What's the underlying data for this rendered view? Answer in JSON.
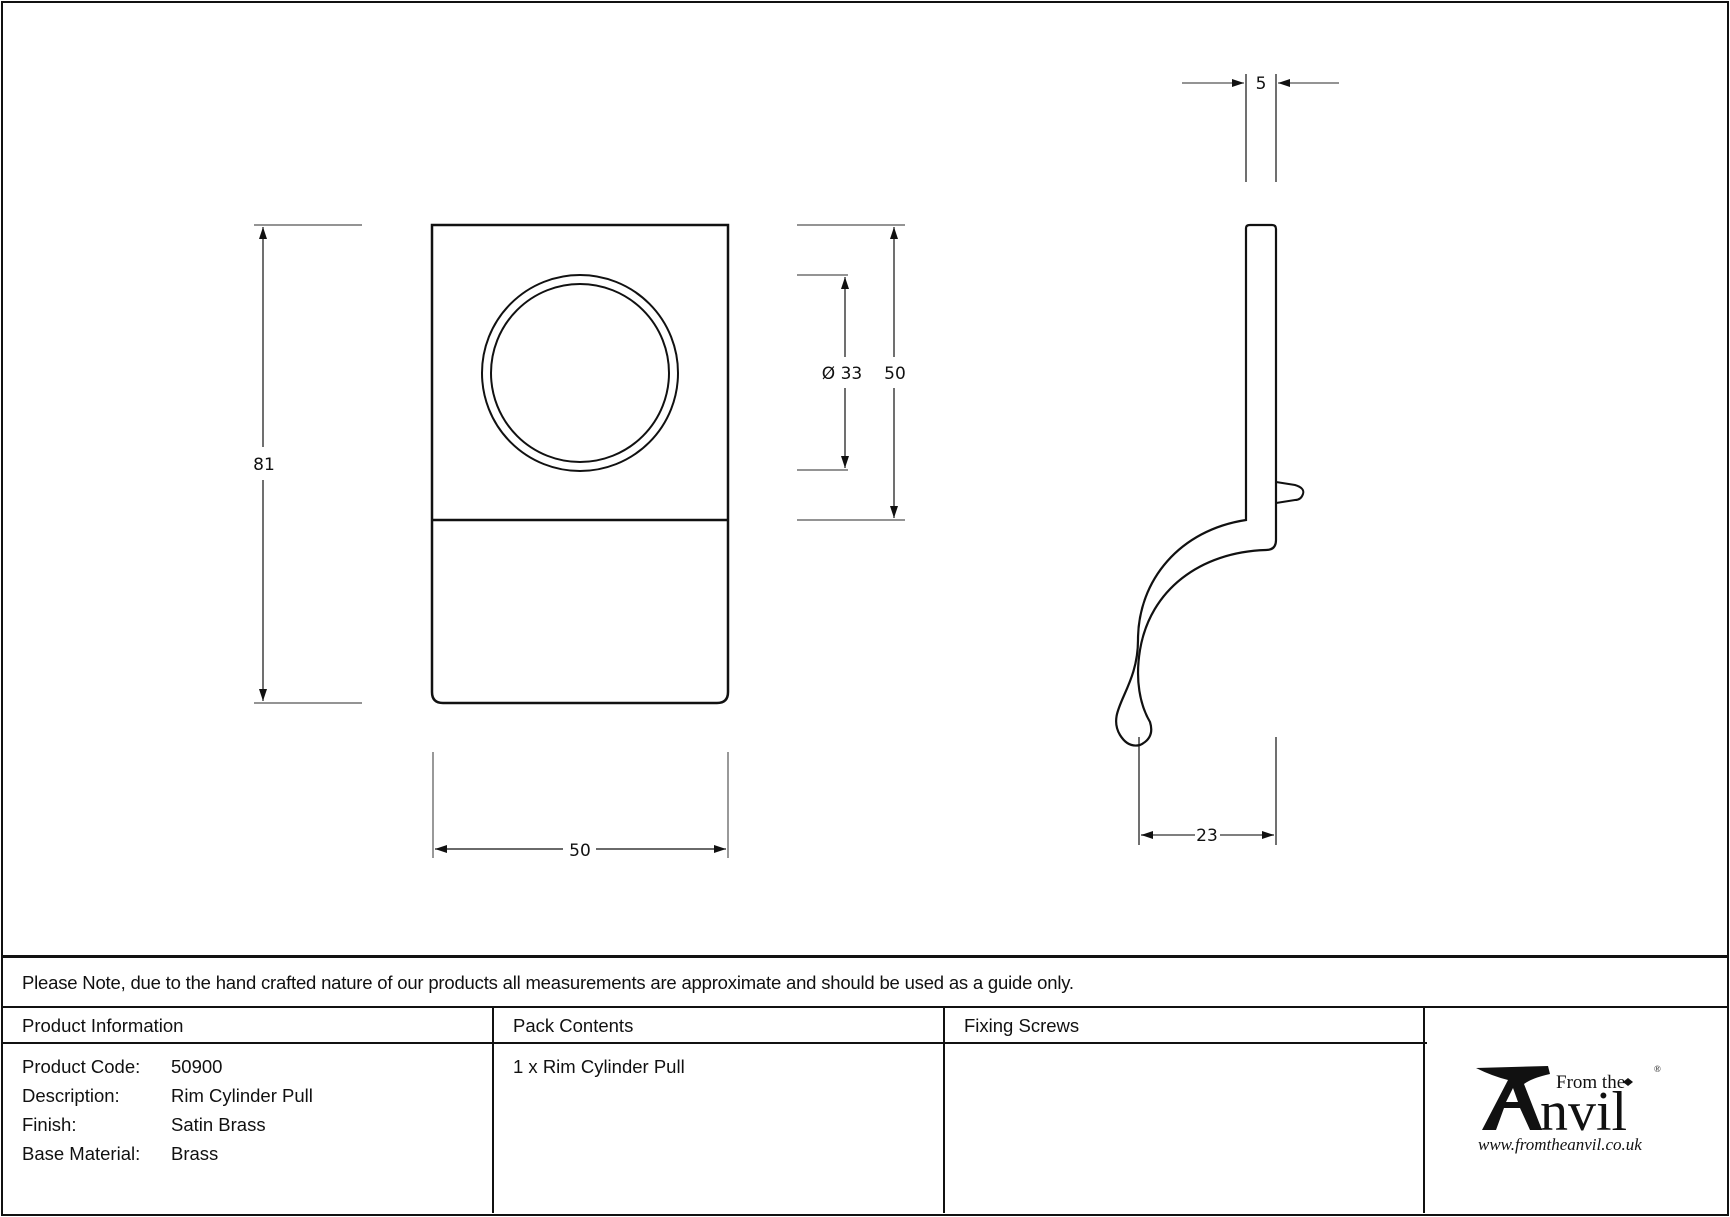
{
  "drawing": {
    "front_view": {
      "height_dim": "81",
      "width_dim": "50",
      "cylinder_dia_dim": "Ø 33",
      "upper_height_dim": "50"
    },
    "side_view": {
      "thickness_dim": "5",
      "depth_dim": "23"
    }
  },
  "note": "Please Note, due to the hand crafted nature of our products all measurements are approximate and should be used as a guide only.",
  "table": {
    "product_information": {
      "header": "Product Information",
      "rows": [
        {
          "label": "Product Code:",
          "value": "50900"
        },
        {
          "label": "Description:",
          "value": "Rim Cylinder Pull"
        },
        {
          "label": "Finish:",
          "value": "Satin Brass"
        },
        {
          "label": "Base Material:",
          "value": "Brass"
        }
      ]
    },
    "pack_contents": {
      "header": "Pack Contents",
      "items": [
        "1 x Rim Cylinder Pull"
      ]
    },
    "fixing_screws": {
      "header": "Fixing Screws",
      "items": []
    }
  },
  "logo": {
    "from_the": "From the",
    "anvil": "nvil",
    "anvil_initial": "A",
    "registered": "®",
    "url": "www.fromtheanvil.co.uk"
  }
}
